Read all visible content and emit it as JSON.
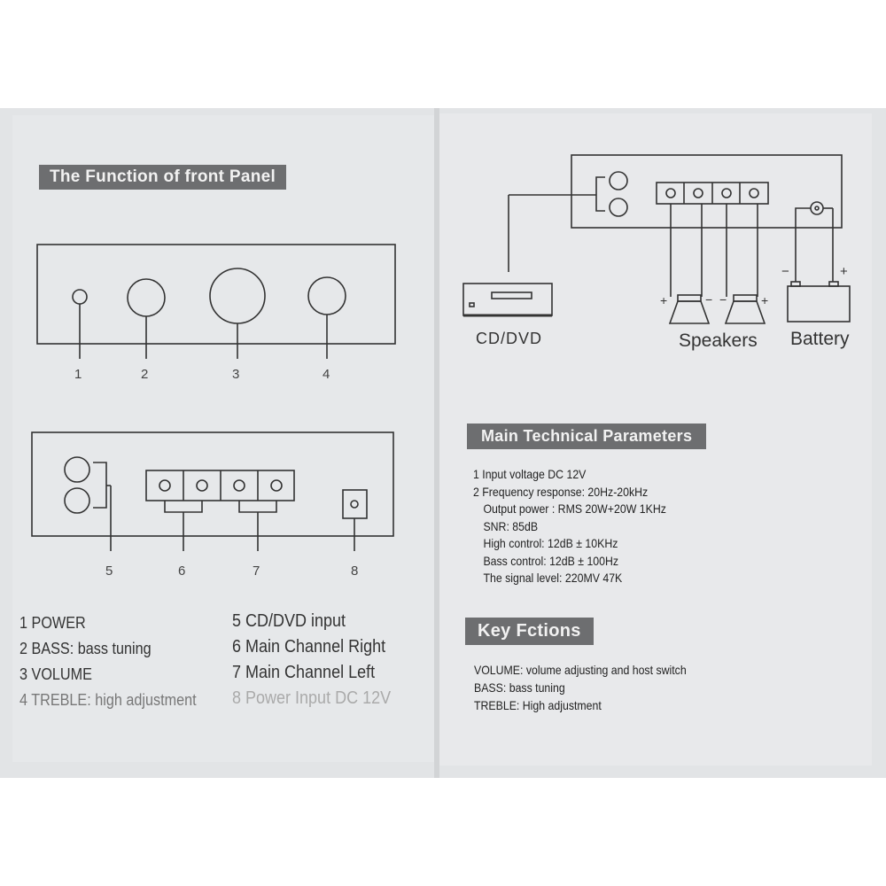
{
  "left_page": {
    "heading": "The Function of front Panel",
    "front_labels": [
      "1",
      "2",
      "3",
      "4"
    ],
    "rear_labels": [
      "5",
      "6",
      "7",
      "8"
    ],
    "legend_left": [
      "1 POWER",
      "2 BASS: bass tuning",
      "3 VOLUME",
      "4 TREBLE: high adjustment"
    ],
    "legend_right": [
      "5 CD/DVD input",
      "6 Main Channel Right",
      "7 Main Channel Left",
      "8 Power Input DC 12V"
    ]
  },
  "right_page": {
    "diagram": {
      "cd_label": "CD/DVD",
      "speakers_label": "Speakers",
      "battery_label": "Battery"
    },
    "params_heading": "Main Technical Parameters",
    "params": [
      "1 Input voltage DC 12V",
      "2 Frequency response: 20Hz-20kHz",
      "Output power : RMS 20W+20W   1KHz",
      "SNR: 85dB",
      "High control: 12dB ± 10KHz",
      "Bass control: 12dB ± 100Hz",
      "The signal level: 220MV 47K"
    ],
    "key_heading": "Key Fctions",
    "key_functions": [
      "VOLUME: volume adjusting and host switch",
      "BASS: bass tuning",
      "TREBLE: High adjustment"
    ]
  }
}
